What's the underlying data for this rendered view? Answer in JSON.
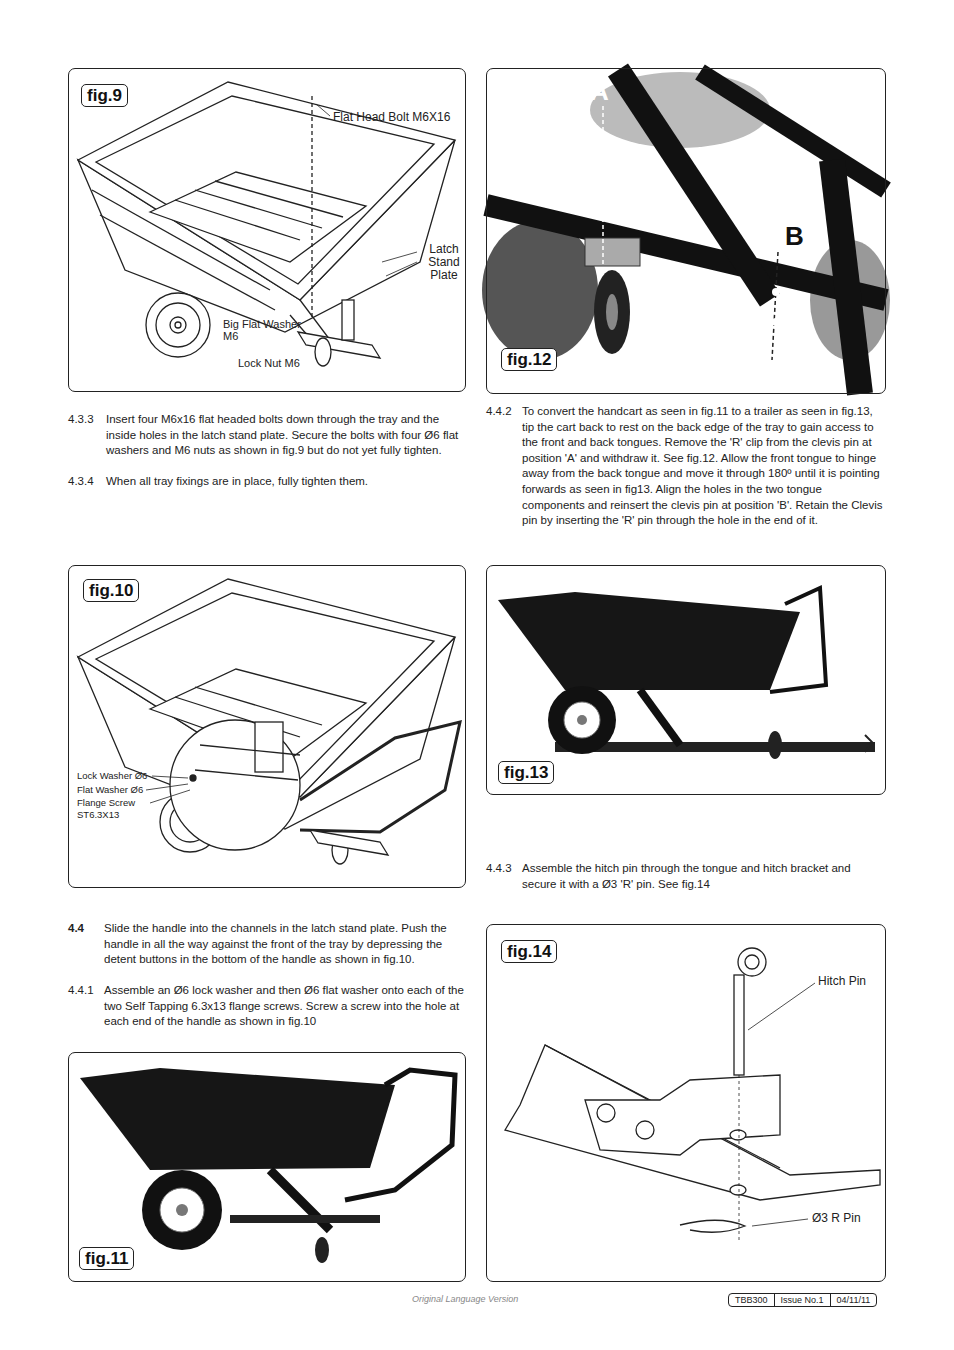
{
  "diagram": {
    "nodes": [
      {
        "text": [
          "fig.9"
        ]
      },
      {
        "text": [
          "fig.12"
        ]
      },
      {
        "text": [
          "fig.10"
        ]
      },
      {
        "text": [
          "fig.13"
        ]
      },
      {
        "text": [
          "fig.11"
        ]
      },
      {
        "text": [
          "fig.14"
        ]
      },
      {
        "text": [
          "TBB300",
          "Issue No.1",
          "04/11/11"
        ]
      }
    ],
    "labels": [
      "Flat Head Bolt M6X16",
      "Latch Stand Plate",
      "Big Flat Washer M6",
      "Lock Nut M6",
      "4.3.3",
      "Insert four M6x16 flat headed bolts down through the tray and the inside holes in the latch stand plate. Secure the bolts with four Ø6 flat washers and M6 nuts as shown in fig.9 but do not yet fully tighten.",
      "4.3.4",
      "When all tray fixings are in place, fully tighten them.",
      "A",
      "B",
      "4.4.2",
      "To convert the handcart as seen in fig.11 to a trailer as seen in fig.13, tip the cart back to rest on the back edge of the tray to gain access to the front and back tongues. Remove the 'R' clip from the clevis pin at position 'A' and withdraw it. See fig.12. Allow the front tongue to hinge away from the back tongue and move it through 180º until it is pointing forwards as seen in fig13. Align the holes in the two tongue components and reinsert the clevis pin at position 'B'. Retain the Clevis pin by inserting the 'R' pin through the hole in the end of it.",
      "Lock Washer Ø6",
      "Flat Washer Ø6",
      "Flange Screw ST6.3X13",
      "4.4.3",
      "Assemble the hitch pin through the tongue and hitch bracket and secure it with a Ø3 'R' pin. See fig.14",
      "4.4",
      "Slide the handle into the channels in the latch stand plate. Push the handle in all the way against the front of the tray by depressing the detent buttons in the bottom of the handle as shown in fig.10.",
      "4.4.1",
      "Assemble an Ø6 lock washer and then Ø6 flat washer onto each of the two Self Tapping 6.3x13 flange screws. Screw a screw into the hole at each end of the handle as shown in fig.10",
      "Hitch Pin",
      "Ø3 R Pin",
      "Original Language Version"
    ]
  }
}
